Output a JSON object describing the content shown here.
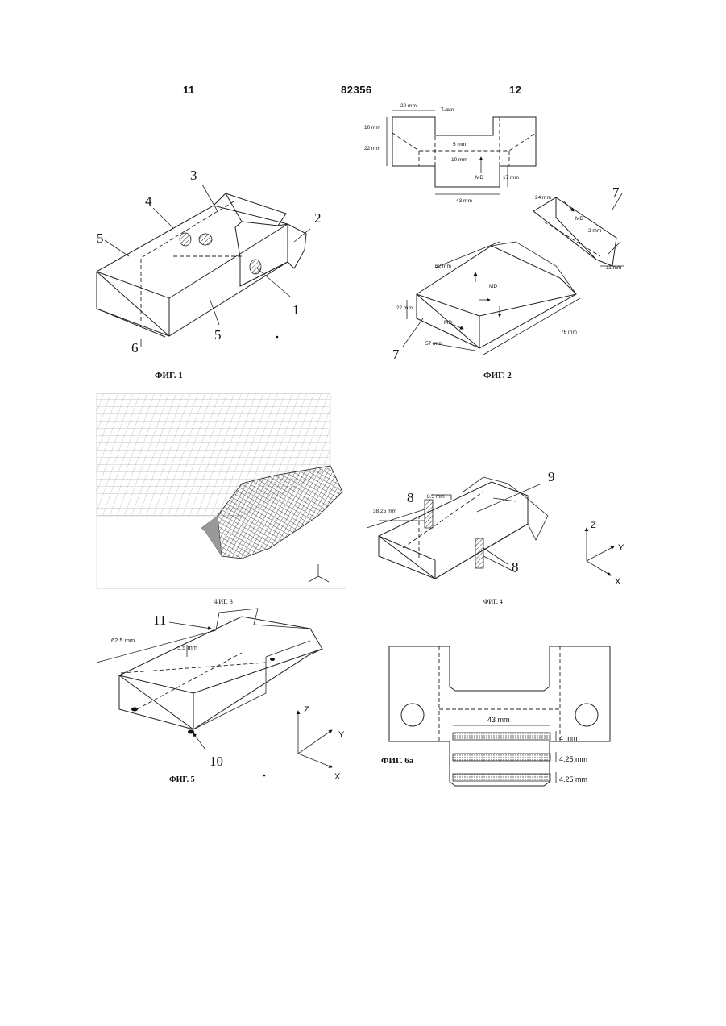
{
  "header": {
    "left_page": "11",
    "patent_no": "82356",
    "right_page": "12"
  },
  "fig1": {
    "caption": "ФИГ. 1",
    "labels": {
      "l1": "1",
      "l2": "2",
      "l3": "3",
      "l4": "4",
      "l5a": "5",
      "l5b": "5",
      "l6": "6"
    }
  },
  "fig2": {
    "caption": "ФИГ. 2",
    "dims": {
      "d20": "20 mm",
      "d7": "7 mm",
      "d10": "10 mm",
      "d22": "22 mm",
      "d5": "5 mm",
      "d10b": "10 mm",
      "d17": "17 mm",
      "d43": "43 mm",
      "md": "MD",
      "d24": "24 mm",
      "d2": "2 mm",
      "d11": "11 mm",
      "d62": "62 mm",
      "d22b": "22 mm",
      "d57": "57 mm",
      "d76": "76 mm"
    },
    "labels": {
      "l7a": "7",
      "l7b": "7"
    }
  },
  "fig3": {
    "caption": "ФИГ. 3"
  },
  "fig4": {
    "caption": "ФИГ. 4",
    "dims": {
      "d85": "8.5 mm",
      "d3825": "38.25 mm"
    },
    "labels": {
      "l8a": "8",
      "l8b": "8",
      "l9": "9"
    },
    "axes": {
      "x": "X",
      "y": "Y",
      "z": "Z"
    }
  },
  "fig5": {
    "caption": "ФИГ. 5",
    "dims": {
      "d625": "62.5 mm",
      "d55": "5.5 mm"
    },
    "labels": {
      "l10": "10",
      "l11": "11"
    },
    "axes": {
      "x": "X",
      "y": "Y",
      "z": "Z"
    }
  },
  "fig6a": {
    "caption": "ФИГ. 6а",
    "dims": {
      "d43": "43 mm",
      "d4": "4 mm",
      "d425a": "4.25 mm",
      "d425b": "4.25 mm"
    }
  }
}
